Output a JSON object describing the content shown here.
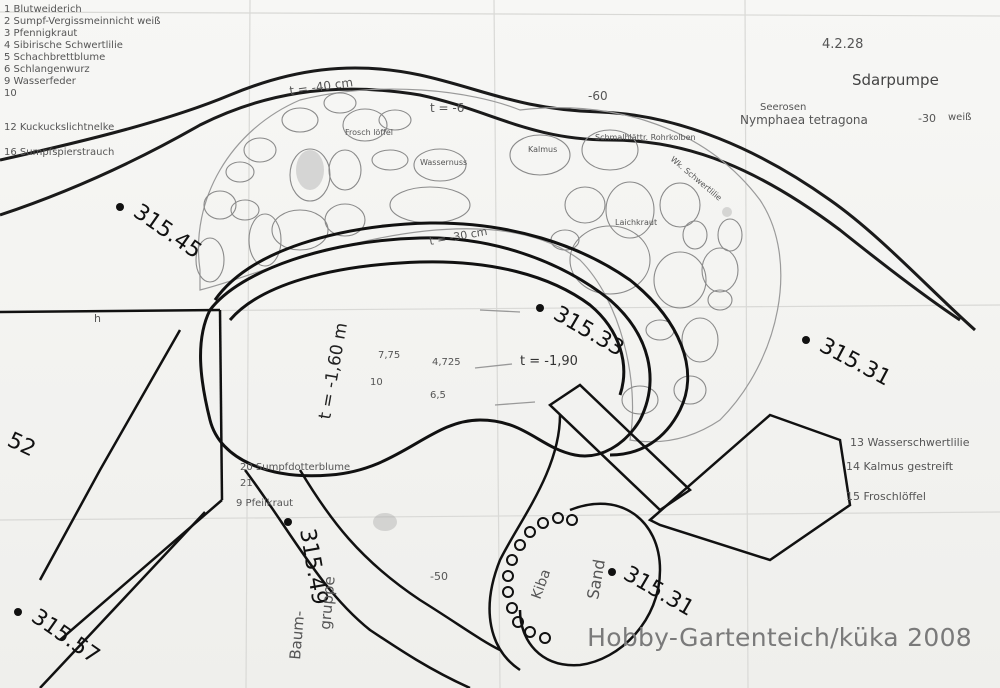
{
  "legend_left": [
    "1 Blutweiderich",
    "2 Sumpf-Vergissmeinnicht weiß",
    "3 Pfennigkraut",
    "4 Sibirische Schwertlilie",
    "5 Schachbrettblume",
    "6 Schlangenwurz",
    "9 Wasserfeder",
    "10",
    "12 Kuckuckslichtnelke",
    "16 Sumpfspierstrauch"
  ],
  "legend_top_right": {
    "date": "4.2.28",
    "group": "Seerosen",
    "species": "Nymphaea tetragona",
    "depth": "-30",
    "color": "weiß"
  },
  "top_right_label": "Sdarpumpe",
  "legend_bottom_right": [
    "13 Wasserschwertlilie",
    "14 Kalmus gestreift",
    "15 Froschlöffel"
  ],
  "legend_bottom_left": [
    "20 Sumpfdotterblume",
    "21",
    "9 Pfeilkraut"
  ],
  "depth_labels": {
    "upper_left": "t = -40 cm",
    "upper_mid": "t = -6",
    "upper_right": "-60",
    "inner_mid": "t = -30 cm",
    "center": "t = -1,90",
    "long": "t = -1,60 m",
    "bottom": "-50"
  },
  "measure": {
    "a": "7,75",
    "b": "4,725",
    "c": "10",
    "d": "6,5"
  },
  "elevations": [
    {
      "id": "top-left",
      "value": "315.45"
    },
    {
      "id": "center",
      "value": "315.33"
    },
    {
      "id": "right",
      "value": "315.31"
    },
    {
      "id": "left-edge",
      "value": "52"
    },
    {
      "id": "bottom-mid",
      "value": "315.49"
    },
    {
      "id": "bottom-right",
      "value": "315.31"
    },
    {
      "id": "bottom-left",
      "value": "315.57"
    }
  ],
  "area_labels": {
    "kiba": "Kiba",
    "sand": "Sand",
    "baum": "Baum-",
    "gruppe": "gruppe",
    "h_mark": "h"
  },
  "plant_labels": {
    "frosch": "Frosch löffel",
    "wassernuss": "Wassernuss",
    "kalmus": "Kalmus",
    "schmalblatt": "Schmalblättr. Rohrkolben",
    "laichkraut": "Laichkraut",
    "wk_schwert": "Wk. Schwertlilie"
  },
  "watermark": "Hobby-Gartenteich/küka 2008"
}
